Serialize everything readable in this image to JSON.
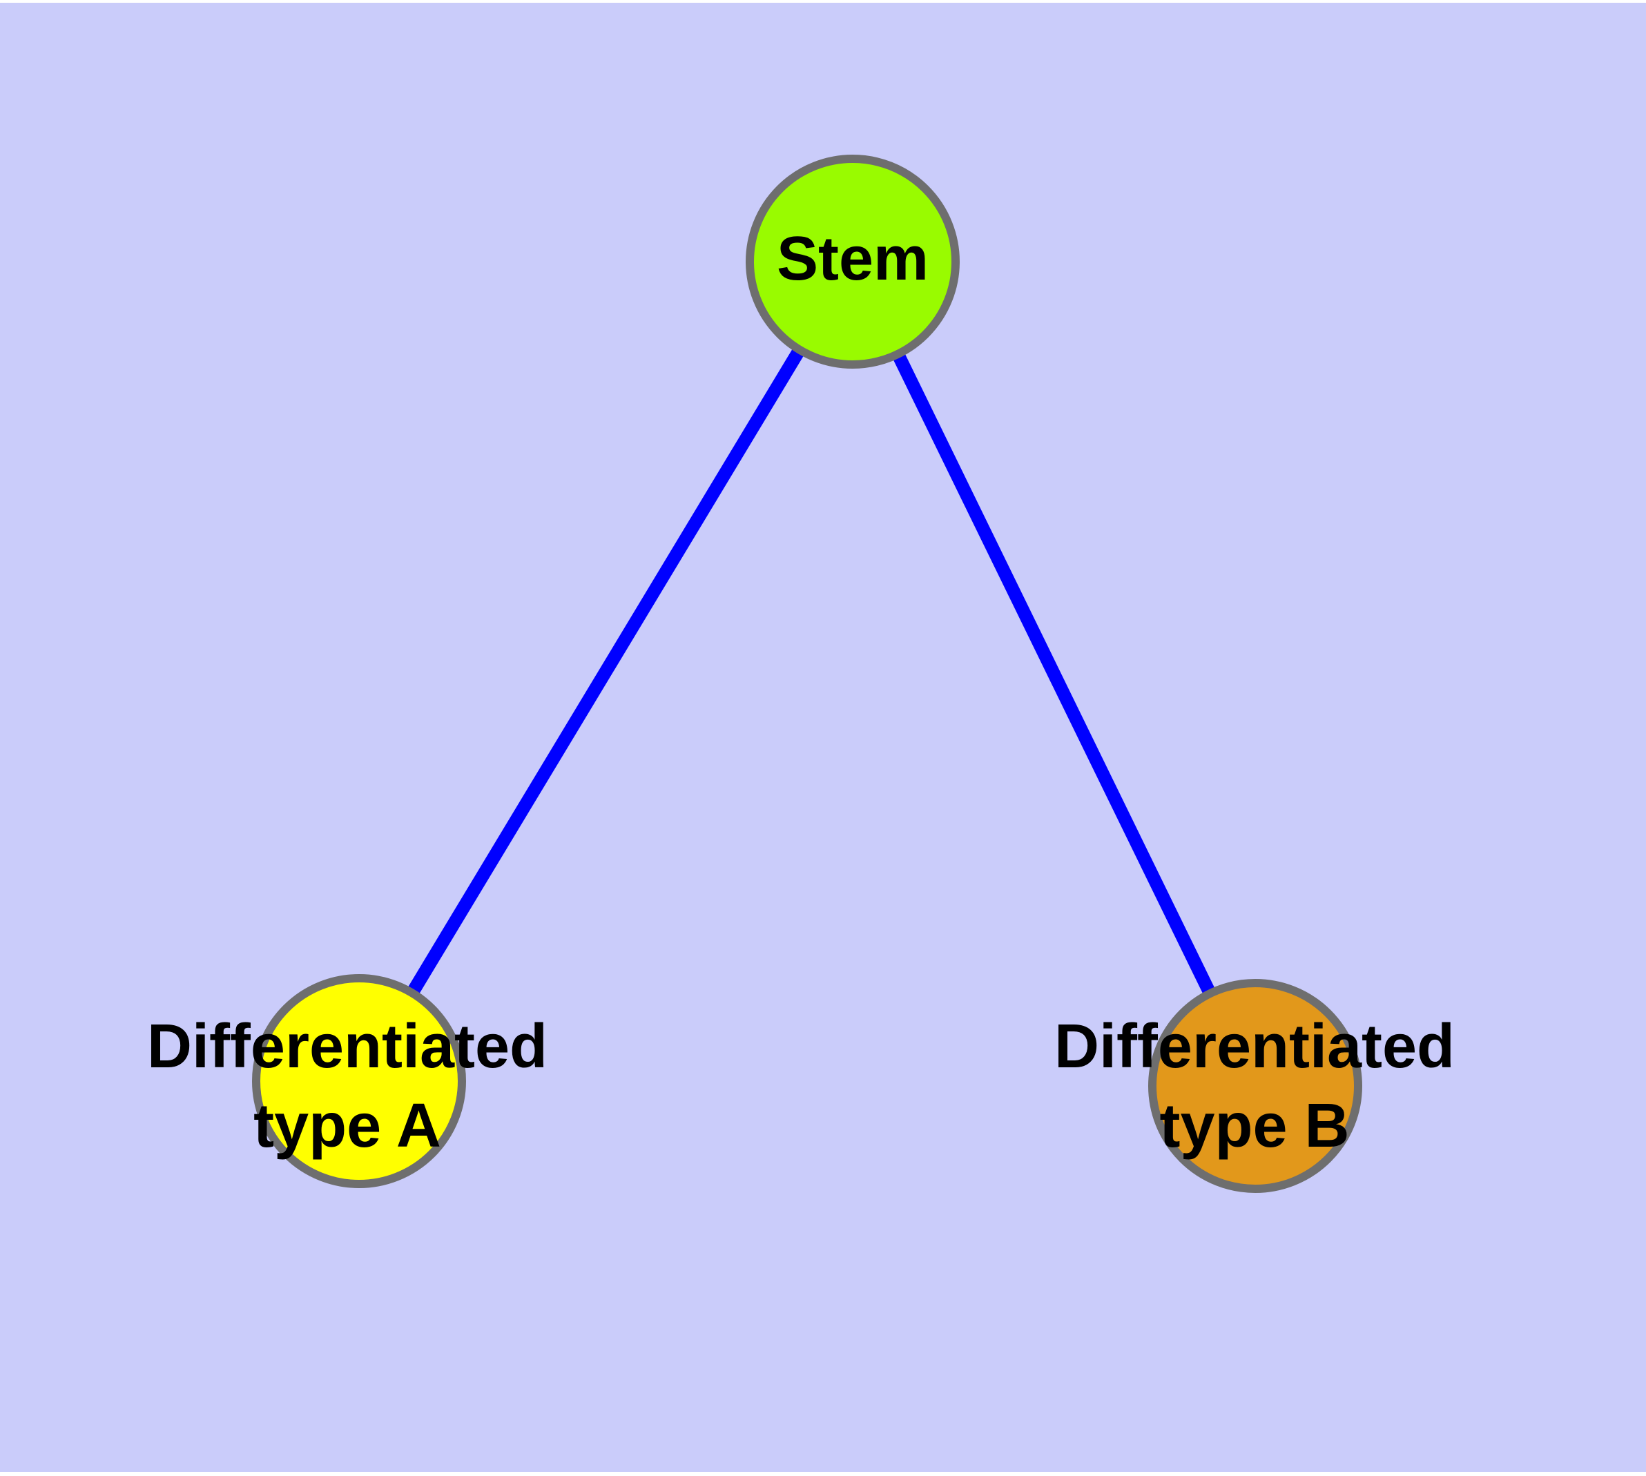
{
  "canvas": {
    "margin_color": "#FFFFFF",
    "background_color": "#CACCFA"
  },
  "graph": {
    "type": "node-link-diagram",
    "edge_color": "#0000FF",
    "node_border_color": "#6E6E6E",
    "label_color": "#000000",
    "nodes": {
      "stem": {
        "label": "Stem",
        "fill": "#99FB00"
      },
      "type_a": {
        "label_line1": "Differentiated",
        "label_line2": "type A",
        "fill": "#FFFF00"
      },
      "type_b": {
        "label_line1": "Differentiated",
        "label_line2": "type B",
        "fill": "#E2981B"
      }
    },
    "edges": [
      {
        "from": "Stem",
        "to": "Differentiated type A"
      },
      {
        "from": "Stem",
        "to": "Differentiated type B"
      }
    ]
  }
}
